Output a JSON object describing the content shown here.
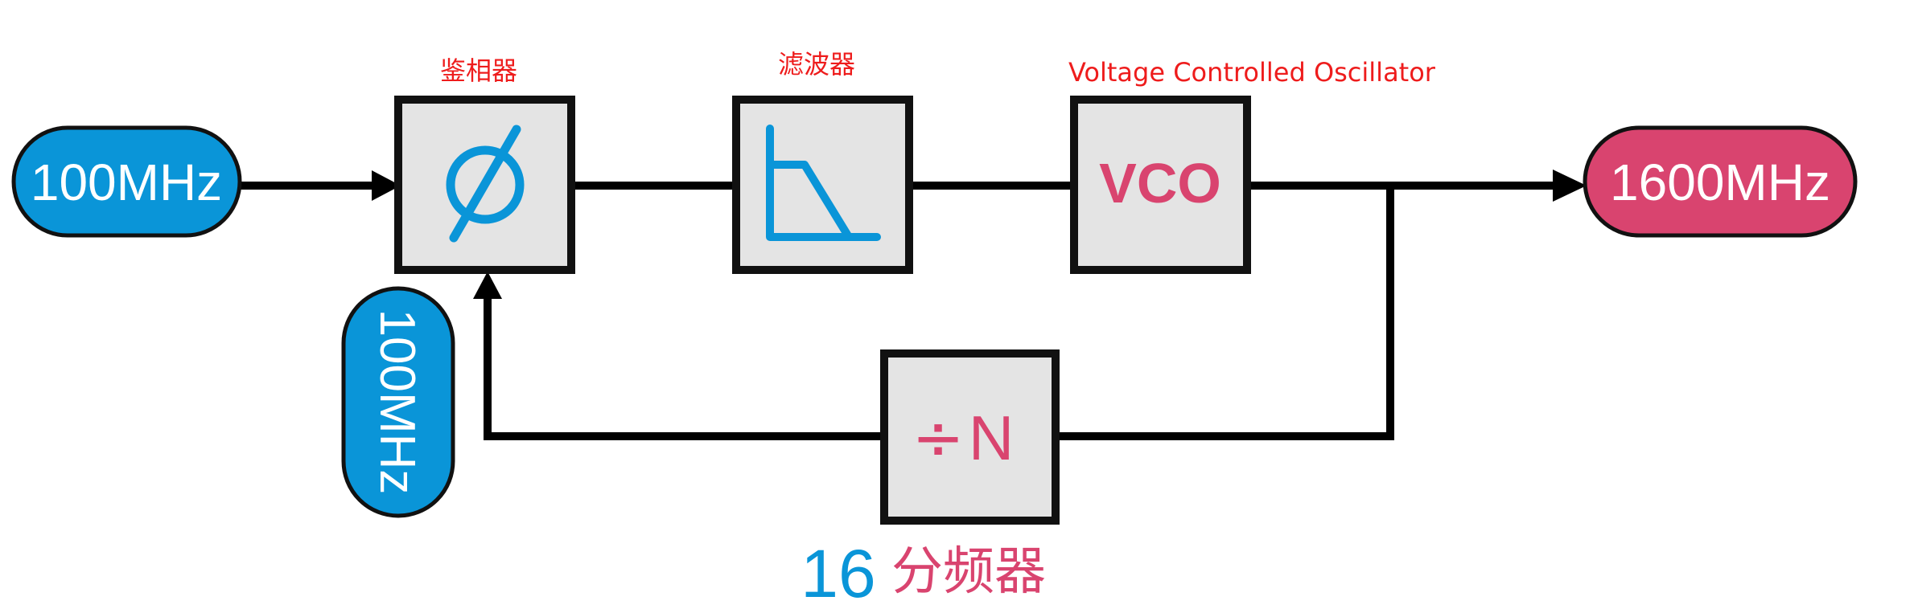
{
  "input": {
    "label": "100MHz",
    "color": "#0a95d8"
  },
  "output": {
    "label": "1600MHz",
    "color": "#d9446f"
  },
  "feedback_signal": {
    "label": "100MHz",
    "color": "#0a95d8"
  },
  "phase_detector": {
    "caption": "鉴相器",
    "symbol": "Ø",
    "icon": "phase-symbol"
  },
  "loop_filter": {
    "caption": "滤波器",
    "icon": "lowpass-filter-curve"
  },
  "vco": {
    "caption": "Voltage Controlled Oscillator",
    "label": "VCO"
  },
  "divider": {
    "symbol": "÷",
    "label": "N",
    "ratio": "16",
    "caption": "分频器"
  },
  "colors": {
    "block_fill": "#e4e4e4",
    "block_stroke": "#111111",
    "wire": "#000000",
    "annotation_red": "#ee1c1c",
    "accent_blue": "#0a95d8",
    "accent_pink": "#d9446f"
  }
}
